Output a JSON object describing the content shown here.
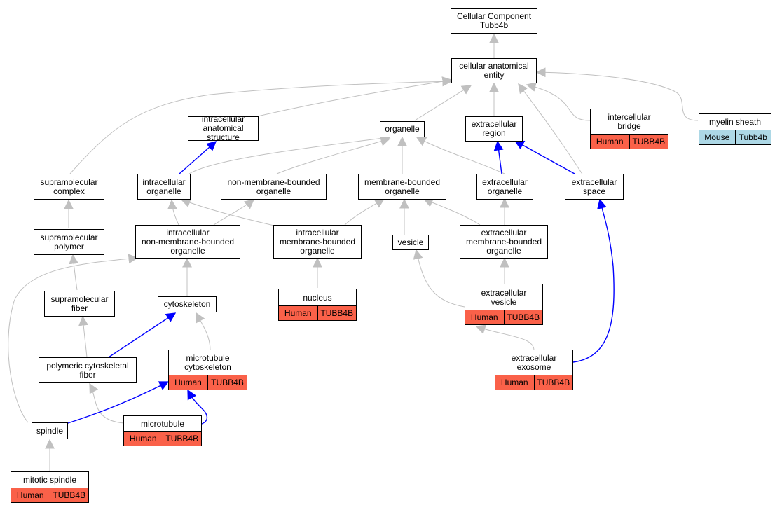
{
  "nodes": {
    "root": "Cellular Component\nTubb4b",
    "cae": "cellular anatomical\nentity",
    "ias": "intracellular\nanatomical structure",
    "organelle": "organelle",
    "er": "extracellular\nregion",
    "ib": "intercellular\nbridge",
    "ms": "myelin sheath",
    "sc": "supramolecular\ncomplex",
    "io": "intracellular\norganelle",
    "nmbo": "non-membrane-bounded\norganelle",
    "mbo": "membrane-bounded\norganelle",
    "eo": "extracellular\norganelle",
    "es": "extracellular\nspace",
    "sp": "supramolecular\npolymer",
    "inmbo": "intracellular\nnon-membrane-bounded\norganelle",
    "imbo": "intracellular\nmembrane-bounded\norganelle",
    "vesicle": "vesicle",
    "embo": "extracellular\nmembrane-bounded\norganelle",
    "nucleus": "nucleus",
    "ev": "extracellular\nvesicle",
    "sf": "supramolecular\nfiber",
    "cyto": "cytoskeleton",
    "pcf": "polymeric cytoskeletal\nfiber",
    "mtc": "microtubule\ncytoskeleton",
    "exo": "extracellular\nexosome",
    "spindle": "spindle",
    "mt": "microtubule",
    "mspindle": "mitotic spindle"
  },
  "tags": {
    "human": [
      "Human",
      "TUBB4B"
    ],
    "mouse": [
      "Mouse",
      "Tubb4b"
    ]
  },
  "colors": {
    "is_a_edge": "#c0c0c0",
    "part_of_edge": "#0000ff",
    "human_tag": "#fa6149",
    "mouse_tag": "#add8e6"
  }
}
